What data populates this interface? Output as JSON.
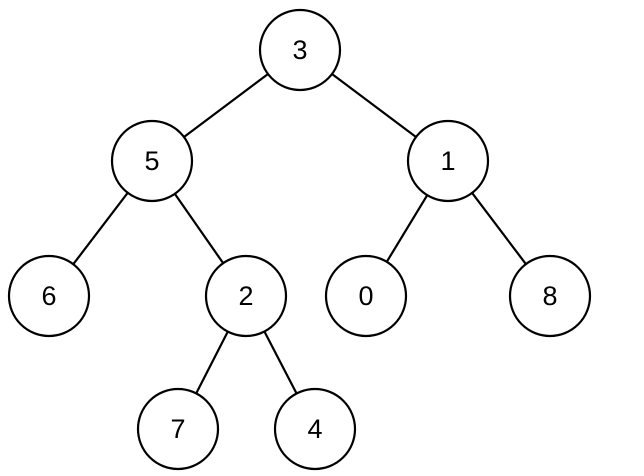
{
  "tree": {
    "nodes": [
      {
        "id": "n3",
        "label": "3"
      },
      {
        "id": "n5",
        "label": "5"
      },
      {
        "id": "n1",
        "label": "1"
      },
      {
        "id": "n6",
        "label": "6"
      },
      {
        "id": "n2",
        "label": "2"
      },
      {
        "id": "n0",
        "label": "0"
      },
      {
        "id": "n8",
        "label": "8"
      },
      {
        "id": "n7",
        "label": "7"
      },
      {
        "id": "n4",
        "label": "4"
      }
    ],
    "edges": [
      {
        "from": "n3",
        "to": "n5"
      },
      {
        "from": "n3",
        "to": "n1"
      },
      {
        "from": "n5",
        "to": "n6"
      },
      {
        "from": "n5",
        "to": "n2"
      },
      {
        "from": "n1",
        "to": "n0"
      },
      {
        "from": "n1",
        "to": "n8"
      },
      {
        "from": "n2",
        "to": "n7"
      },
      {
        "from": "n2",
        "to": "n4"
      }
    ]
  }
}
